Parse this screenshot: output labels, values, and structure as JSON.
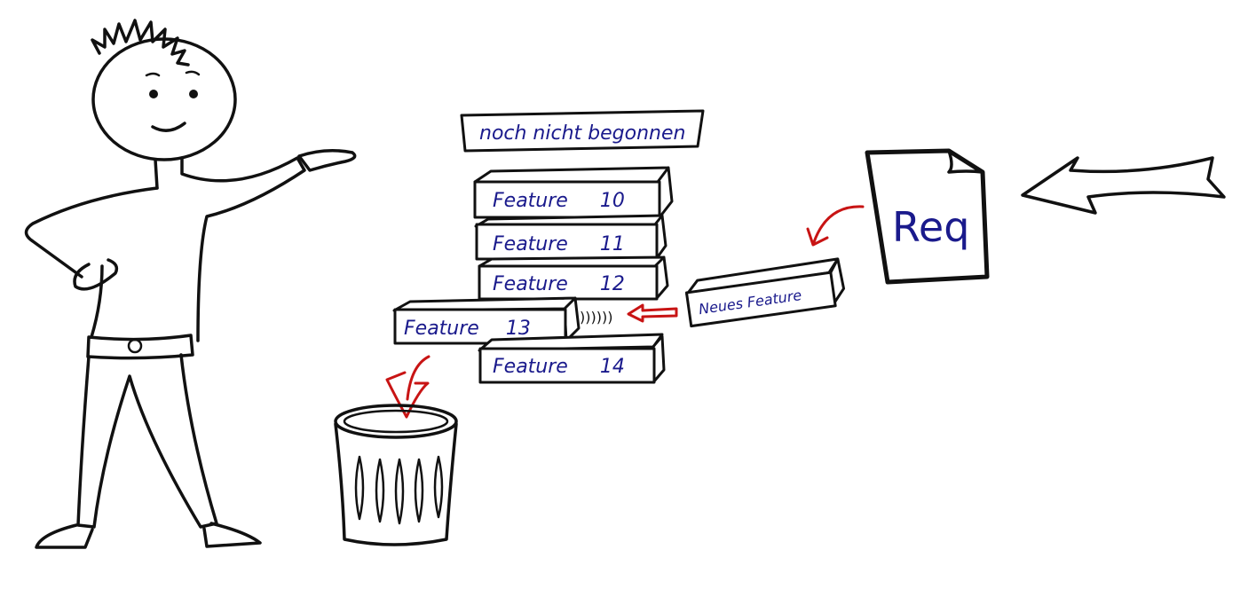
{
  "status_label": "noch nicht begonnen",
  "features": [
    {
      "name": "Feature",
      "number": "10"
    },
    {
      "name": "Feature",
      "number": "11"
    },
    {
      "name": "Feature",
      "number": "12"
    },
    {
      "name": "Feature",
      "number": "13"
    },
    {
      "name": "Feature",
      "number": "14"
    }
  ],
  "new_feature": "Neues Feature",
  "requirement_doc": "Req",
  "gap_marks": "))))))",
  "colors": {
    "ink": "#111111",
    "text": "#1a1a8c",
    "arrow": "#c81414"
  }
}
